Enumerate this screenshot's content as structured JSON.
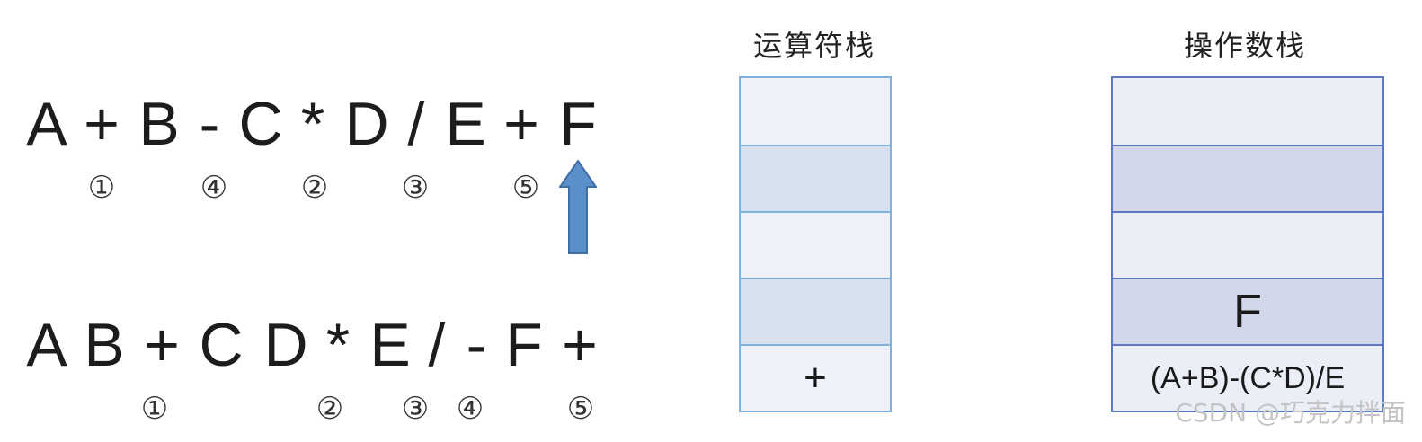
{
  "infix": {
    "tokens": [
      "A",
      "+",
      "B",
      "-",
      "C",
      "*",
      "D",
      "/",
      "E",
      "+",
      "F"
    ],
    "markers": [
      "①",
      "④",
      "②",
      "③",
      "⑤"
    ]
  },
  "postfix": {
    "tokens": [
      "A",
      "B",
      "+",
      "C",
      "D",
      "*",
      "E",
      "/",
      "-",
      "F",
      "+"
    ],
    "markers": [
      "①",
      "②",
      "③",
      "④",
      "⑤"
    ]
  },
  "operator_stack": {
    "title": "运算符栈",
    "cells": [
      "",
      "",
      "",
      "",
      "+"
    ]
  },
  "operand_stack": {
    "title": "操作数栈",
    "cells": [
      "",
      "",
      "",
      "F",
      "(A+B)-(C*D)/E"
    ]
  },
  "arrow": {
    "icon": "up-arrow-icon",
    "color": "#5b8fc9"
  },
  "watermark": "CSDN @巧克力拌面"
}
